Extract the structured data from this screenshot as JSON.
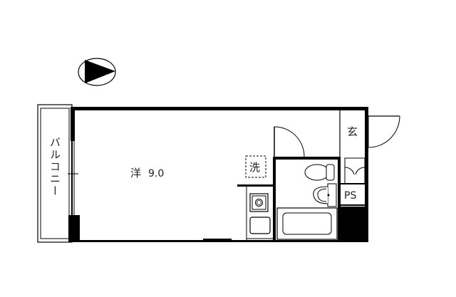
{
  "floor_plan": {
    "compass": {
      "icon": "north-arrow-icon",
      "direction": "right"
    },
    "rooms": {
      "western_room": {
        "label": "洋",
        "size": "9.0"
      },
      "balcony": {
        "label": "バルコニー"
      },
      "entrance": {
        "label": "玄"
      },
      "laundry": {
        "label": "洗"
      },
      "pipe_space": {
        "label": "PS"
      }
    },
    "colors": {
      "wall": "#000000",
      "line": "#222222",
      "background": "#ffffff"
    }
  }
}
